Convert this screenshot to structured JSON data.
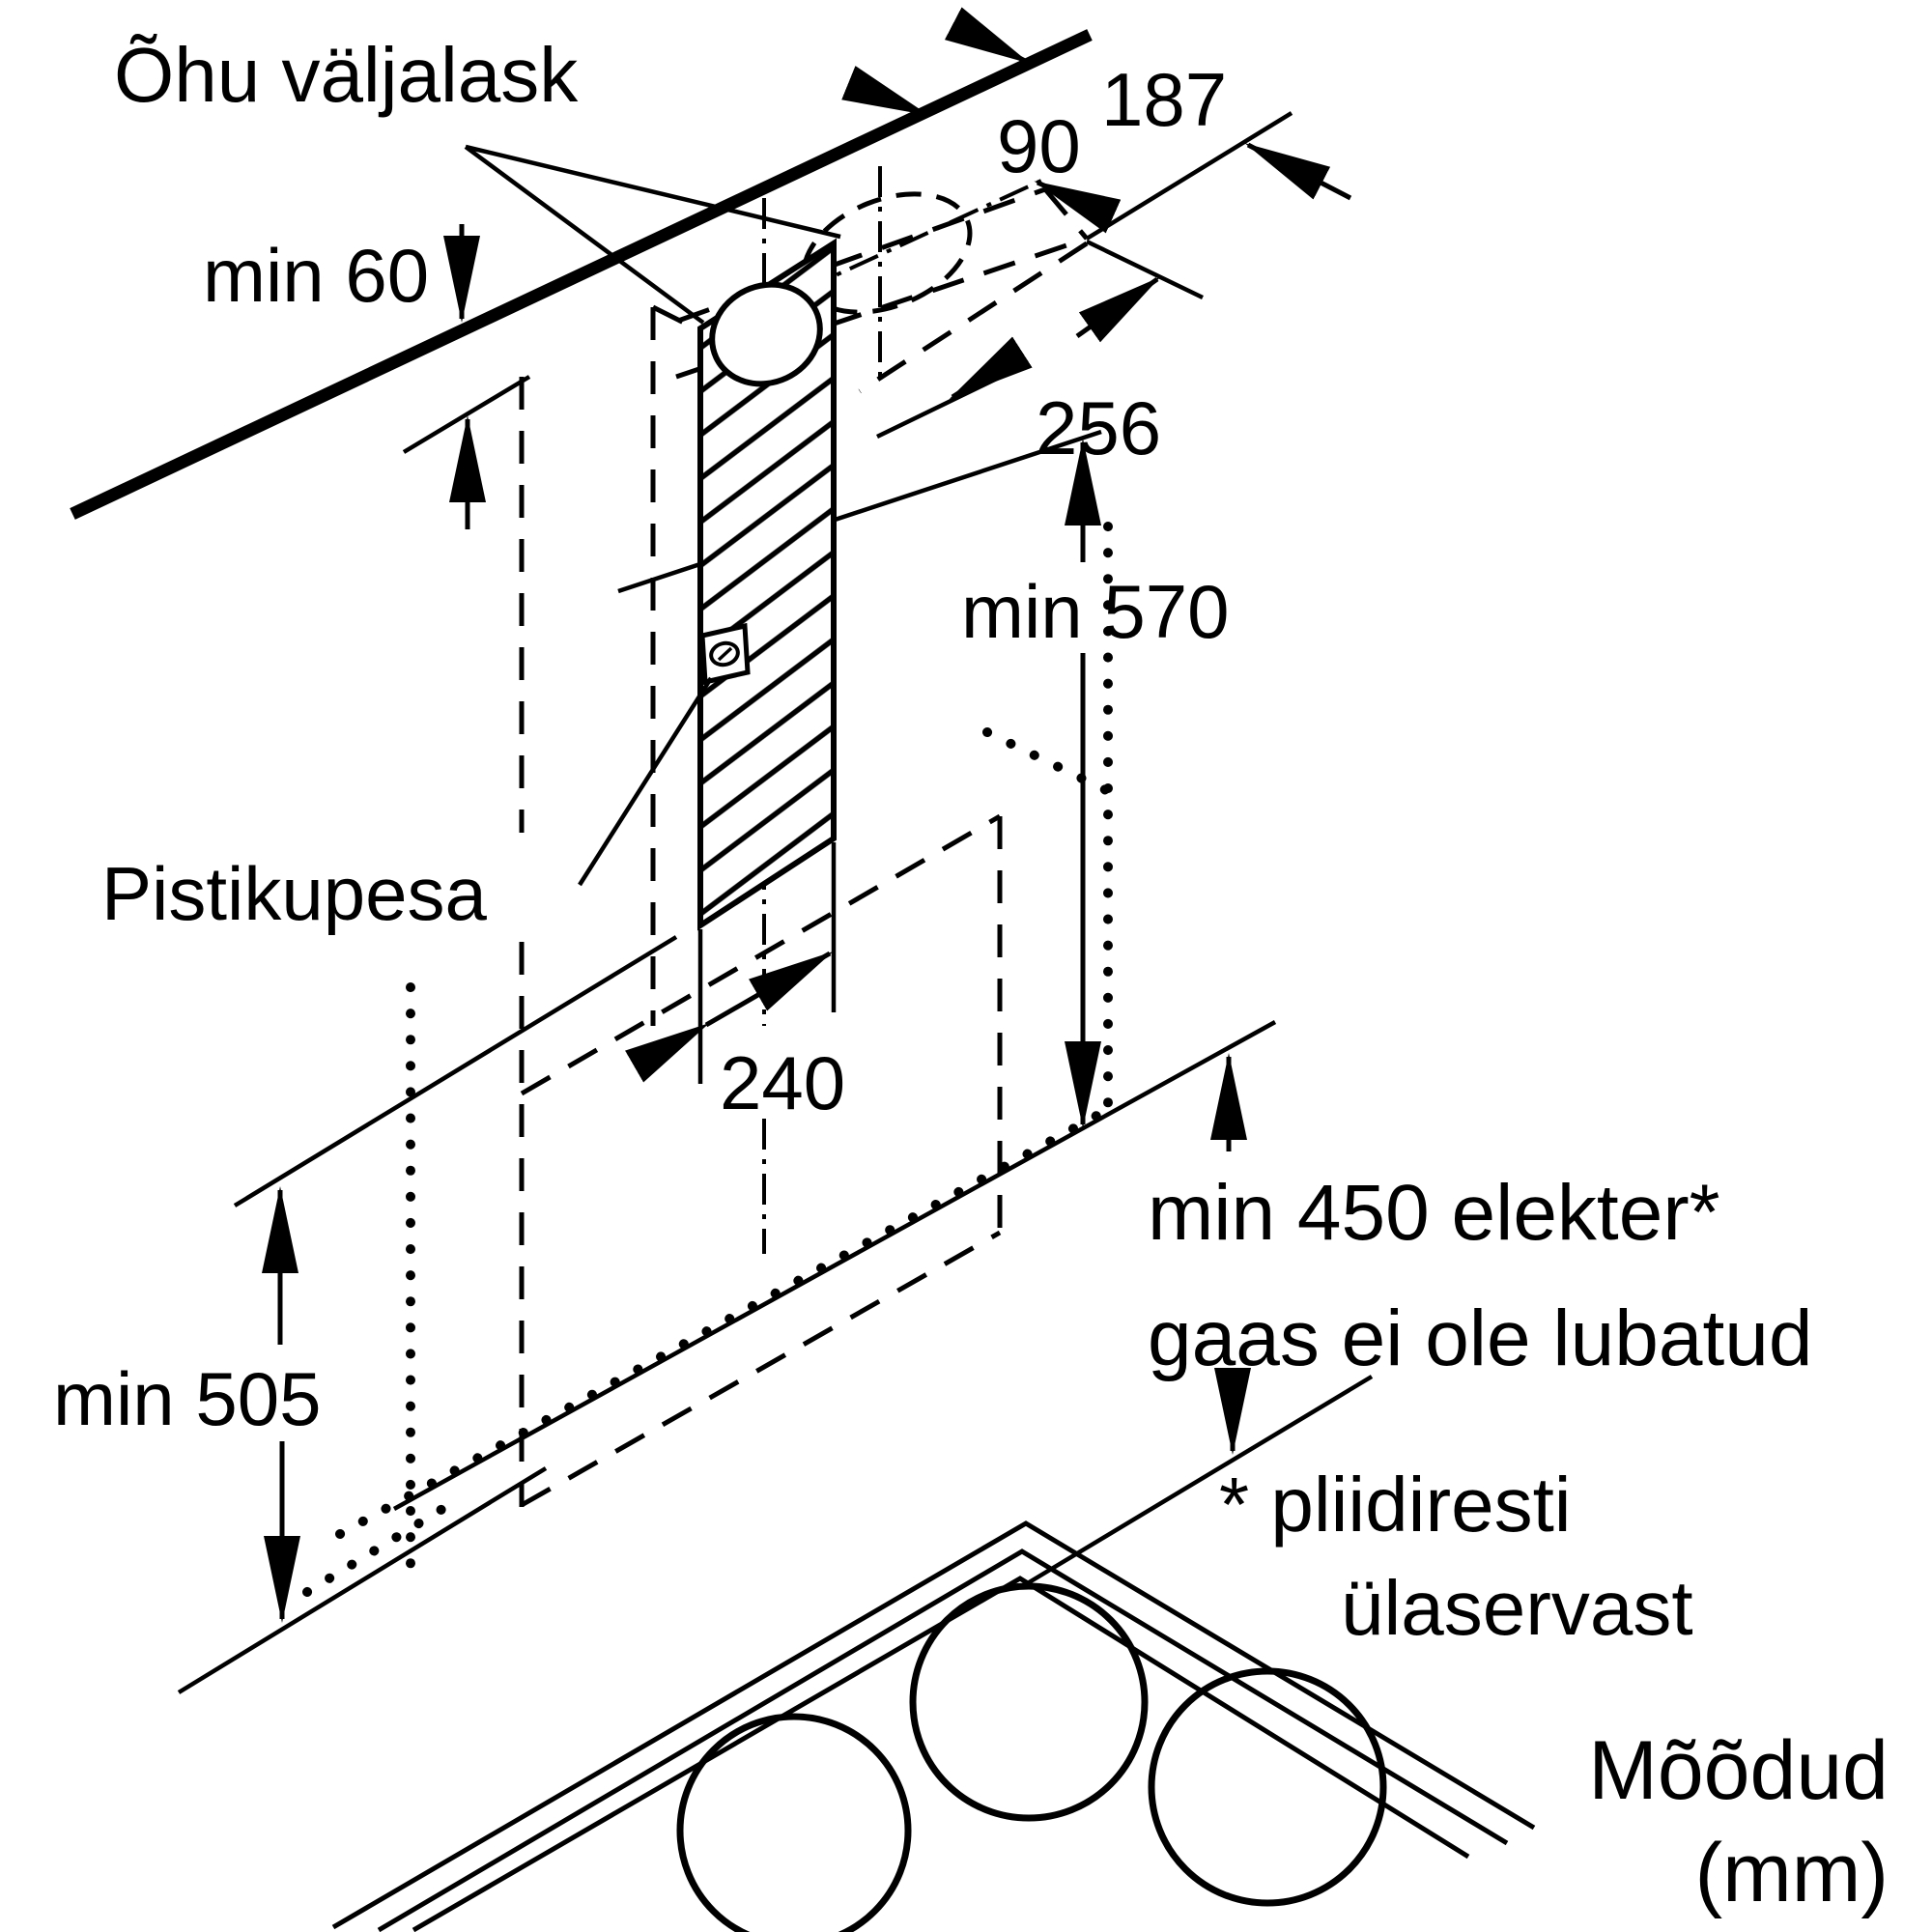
{
  "diagram": {
    "type": "installation-dimension-drawing",
    "colors": {
      "ink": "#000000",
      "background": "#ffffff"
    },
    "labels": {
      "air_outlet": "Õhu väljalask",
      "socket": "Pistikupesa",
      "footnote_line1": "* pliidiresti",
      "footnote_line2": "ülaservast",
      "units_line1": "Mõõdud",
      "units_line2": "(mm)"
    },
    "dimensions": {
      "ceiling_clearance": "min 60",
      "outlet_from_ceiling": "90",
      "outlet_offset": "187",
      "duct_depth": "256",
      "chimney_height": "min 570",
      "mounting_width": "240",
      "hood_height": "min 505",
      "hob_clearance_line1": "min 450 elekter*",
      "hob_clearance_line2": "gaas ei ole lubatud"
    }
  }
}
